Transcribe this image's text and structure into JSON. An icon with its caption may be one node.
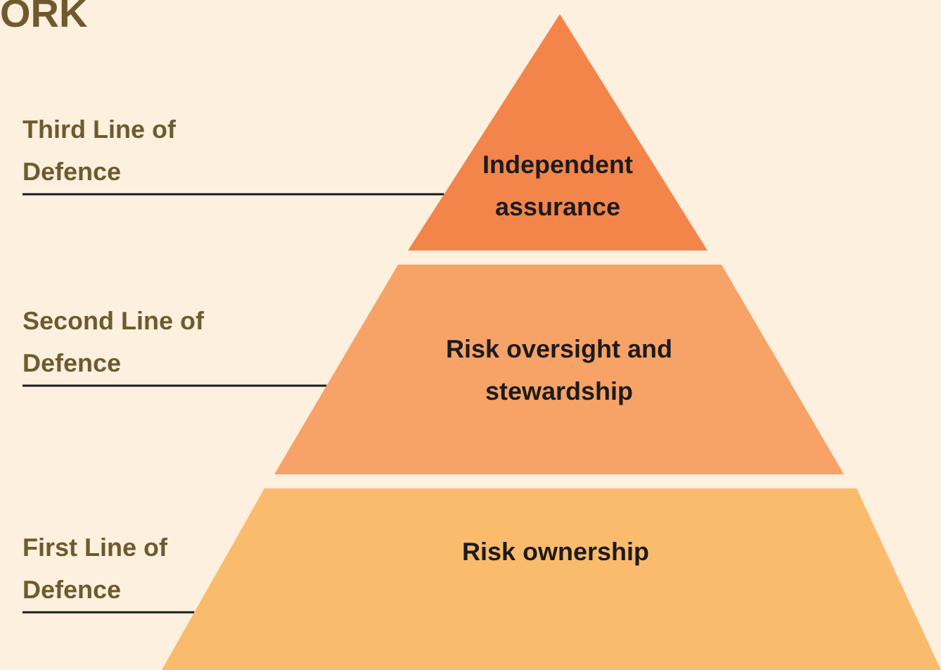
{
  "diagram": {
    "nodes": [
      {
        "text": [
          "Third Line of Defence"
        ]
      },
      {
        "text": [
          "Independent assurance"
        ]
      },
      {
        "text": [
          "Second Line of Defence"
        ]
      },
      {
        "text": [
          "Risk oversight and stewardship"
        ]
      },
      {
        "text": [
          "First Line of Defence"
        ]
      },
      {
        "text": [
          "Risk ownership"
        ]
      }
    ],
    "edges": [
      {
        "from": 0,
        "to": 1,
        "arrow": "none"
      },
      {
        "from": 2,
        "to": 3,
        "arrow": "none"
      },
      {
        "from": 4,
        "to": 5,
        "arrow": "none"
      }
    ],
    "labels": [
      "ORK"
    ]
  }
}
